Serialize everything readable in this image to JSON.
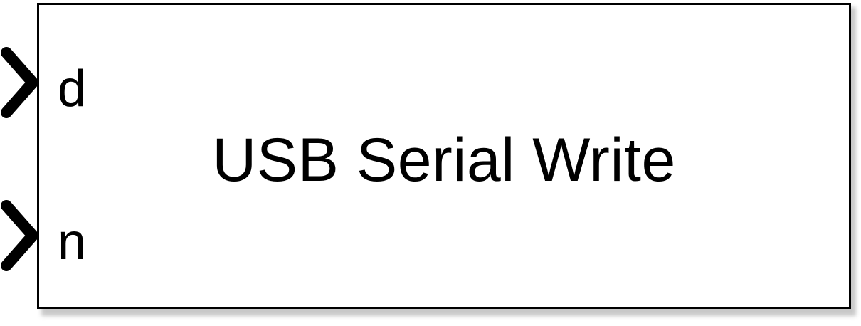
{
  "block": {
    "title": "USB Serial Write"
  },
  "inports": [
    {
      "label": "d"
    },
    {
      "label": "n"
    }
  ]
}
